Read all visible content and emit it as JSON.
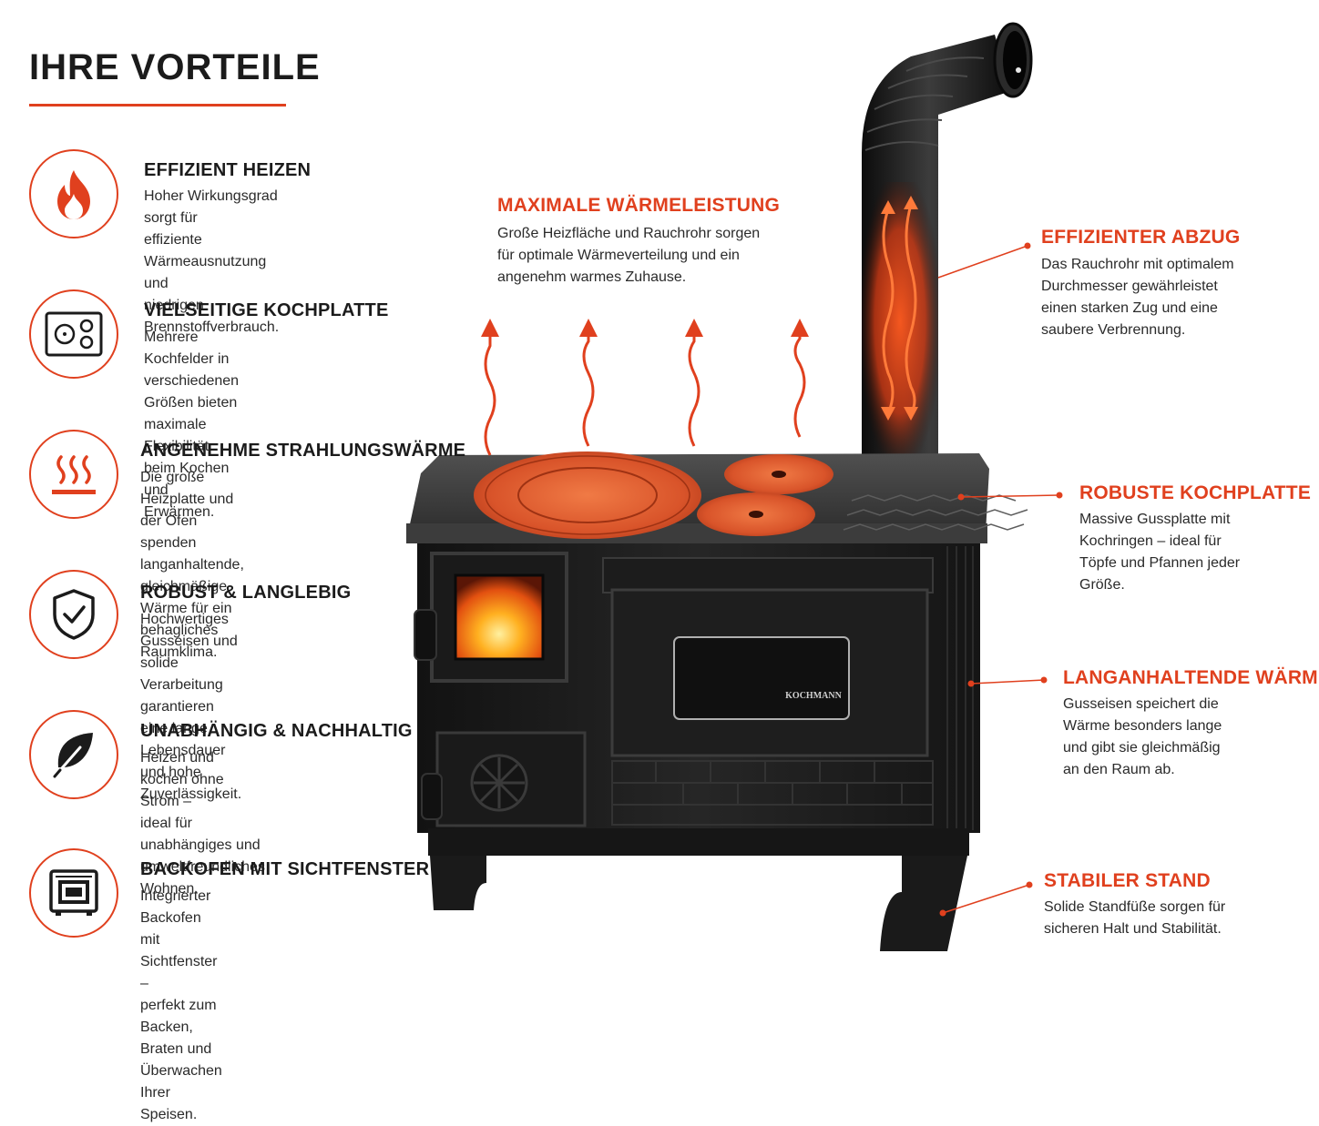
{
  "page_title": "IHRE VORTEILE",
  "colors": {
    "accent": "#e0401e",
    "text": "#1b1b1b",
    "stove": "#1c1c1c"
  },
  "features": [
    {
      "icon": "flame-icon",
      "title": "EFFIZIENT HEIZEN",
      "lines": [
        "Hoher Wirkungsgrad sorgt für",
        "effiziente Wärmeausnutzung und",
        "niedrigen Brennstoffverbrauch."
      ]
    },
    {
      "icon": "cooktop-icon",
      "title": "VIELSEITIGE KOCHPLATTE",
      "lines": [
        "Mehrere Kochfelder in verschiedenen",
        "Größen bieten maximale Flexibilität",
        "beim Kochen und Erwärmen."
      ]
    },
    {
      "icon": "radiant-heat-icon",
      "title": "ANGENEHME STRAHLUNGSWÄRME",
      "lines": [
        "Die große Heizplatte und der Ofen",
        "spenden langanhaltende, gleichmäßige",
        "Wärme für ein behagliches Raumklima."
      ]
    },
    {
      "icon": "shield-check-icon",
      "title": "ROBUST & LANGLEBIG",
      "lines": [
        "Hochwertiges Gusseisen und solide",
        "Verarbeitung garantieren eine lange",
        "Lebensdauer und hohe Zuverlässigkeit."
      ]
    },
    {
      "icon": "leaf-icon",
      "title": "UNABHÄNGIG & NACHHALTIG",
      "lines": [
        "Heizen und kochen ohne Strom –",
        "ideal für unabhängiges und",
        "umweltfreundliches Wohnen."
      ]
    },
    {
      "icon": "oven-window-icon",
      "title": "BACKOFEN MIT SICHTFENSTER",
      "lines": [
        "Integrierter Backofen mit Sichtfenster –",
        "perfekt zum Backen, Braten und",
        "Überwachen Ihrer Speisen."
      ]
    }
  ],
  "callouts": {
    "max_heat": {
      "title": "MAXIMALE WÄRMELEISTUNG",
      "lines": [
        "Große Heizfläche und Rauchrohr sorgen",
        "für optimale Wärmeverteilung und ein",
        "angenehm warmes Zuhause."
      ]
    },
    "flue": {
      "title": "EFFIZIENTER ABZUG",
      "lines": [
        "Das Rauchrohr mit optimalem",
        "Durchmesser gewährleistet",
        "einen starken Zug und eine",
        "saubere Verbrennung."
      ]
    },
    "cooktop": {
      "title": "ROBUSTE KOCHPLATTE",
      "lines": [
        "Massive Gussplatte mit",
        "Kochringen – ideal für",
        "Töpfe und Pfannen jeder",
        "Größe."
      ]
    },
    "warmth": {
      "title": "LANGANHALTENDE WÄRME",
      "lines": [
        "Gusseisen speichert die",
        "Wärme besonders lange",
        "und gibt sie gleichmäßig",
        "an den Raum ab."
      ]
    },
    "stand": {
      "title": "STABILER STAND",
      "lines": [
        "Solide Standfüße sorgen für",
        "sicheren Halt und Stabilität."
      ]
    }
  },
  "stove": {
    "brand": "KOCHMANN"
  }
}
